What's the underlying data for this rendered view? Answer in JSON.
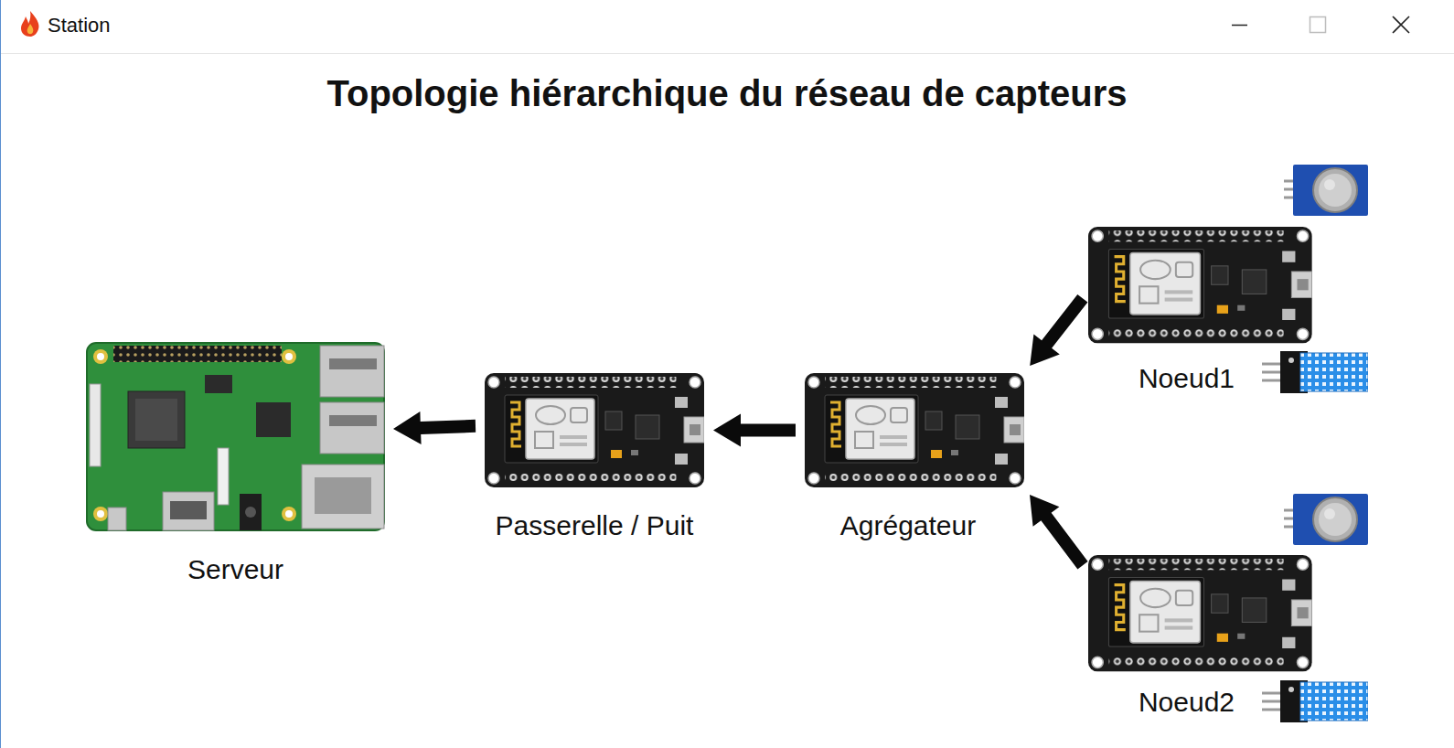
{
  "diagram": {
    "title": "Topologie hiérarchique du réseau de capteurs",
    "nodes": [
      {
        "text": [
          "Serveur"
        ]
      },
      {
        "text": [
          "Passerelle / Puit"
        ]
      },
      {
        "text": [
          "Agrégateur"
        ]
      },
      {
        "text": [
          "Noeud1"
        ]
      },
      {
        "text": [
          "Noeud2"
        ]
      }
    ],
    "edges": [
      {
        "from": 3,
        "to": 2,
        "arrow": "to"
      },
      {
        "from": 4,
        "to": 2,
        "arrow": "to"
      },
      {
        "from": 2,
        "to": 1,
        "arrow": "to"
      },
      {
        "from": 1,
        "to": 0,
        "arrow": "to"
      }
    ],
    "labels": [
      "Station"
    ]
  }
}
